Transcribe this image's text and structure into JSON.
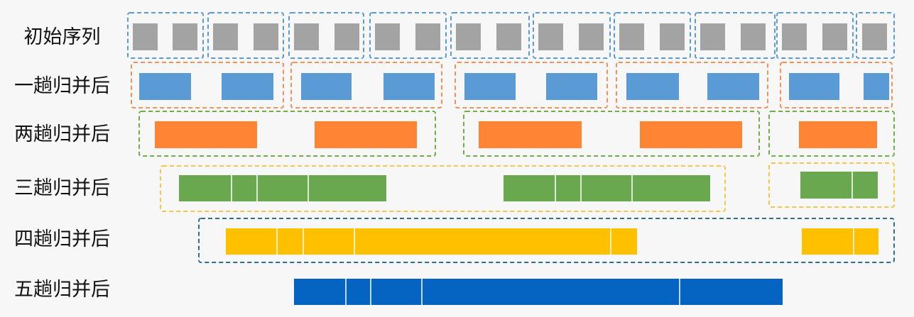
{
  "rows": [
    {
      "label": "初始序列"
    },
    {
      "label": "一趟归并后"
    },
    {
      "label": "两趟归并后"
    },
    {
      "label": "三趟归并后"
    },
    {
      "label": "四趟归并后"
    },
    {
      "label": "五趟归并后"
    }
  ],
  "colors": {
    "gray": "#a3a3a3",
    "blue_light": "#5b9bd5",
    "orange": "#ff8534",
    "green": "#6aa84f",
    "yellow": "#ffc000",
    "blue_dark": "#0563c1",
    "frame_blue": "#5b9bd5",
    "frame_orange": "#f4915a",
    "frame_green": "#70ad47",
    "frame_yellow": "#f7c548",
    "frame_navy": "#2e6e8e"
  }
}
